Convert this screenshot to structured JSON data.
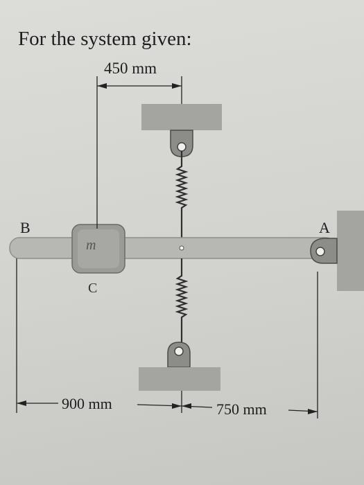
{
  "question": {
    "text": "For the system given:"
  },
  "figure": {
    "point_b": "B",
    "point_a": "A",
    "point_c": "C",
    "mass_label": "m",
    "dim_top": "450 mm",
    "dim_bottom_left": "900 mm",
    "dim_bottom_right": "750 mm"
  },
  "colors": {
    "bar": "#b7b7b3",
    "support": "#a4a4a0",
    "line": "#222222",
    "mass_block": "#9a9a96"
  }
}
